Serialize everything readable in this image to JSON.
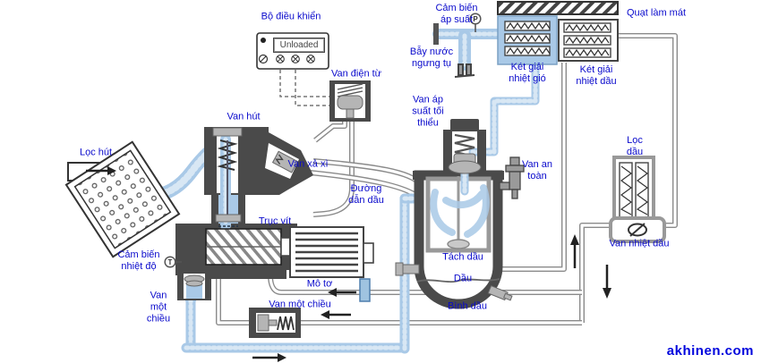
{
  "watermark": "akhinen.com",
  "controller": {
    "display_value": "Unloaded"
  },
  "sensors": {
    "pressure_symbol": "P",
    "temperature_symbol": "T"
  },
  "labels": {
    "controller": "Bộ điều khiển",
    "solenoid_valve": "Van điện từ",
    "pressure_sensor": "Cảm biến\náp suất",
    "cooling_fan": "Quạt làm mát",
    "condensate_trap": "Bẫy nước\nngưng tụ",
    "air_cooler": "Két giải\nnhiệt gió",
    "oil_cooler": "Két giải\nnhiệt dầu",
    "suction_valve": "Van hút",
    "suction_filter": "Lọc hút",
    "blowoff_valve": "Van xả xì",
    "min_pressure_valve": "Van áp\nsuất tối\nthiểu",
    "safety_valve": "Van an\ntoàn",
    "oil_filter": "Lọc\ndầu",
    "oil_line": "Đường\ndẫn dầu",
    "screw": "Trục vít",
    "temperature_sensor": "Cảm biến\nnhiệt độ",
    "motor": "Mô tơ",
    "check_valve_left": "Van\nmột\nchiều",
    "check_valve_bottom": "Van một chiều",
    "oil_separator": "Tách dầu",
    "oil": "Dầu",
    "oil_tank": "Bình dầu",
    "oil_thermal_valve": "Van nhiệt dầu"
  },
  "colors": {
    "label_text": "#0a0acc",
    "watermark": "#0005dd",
    "flow_blue": "#a9c9e7",
    "housing": "#4a4a4a",
    "pipe": "#8a8a8a"
  }
}
